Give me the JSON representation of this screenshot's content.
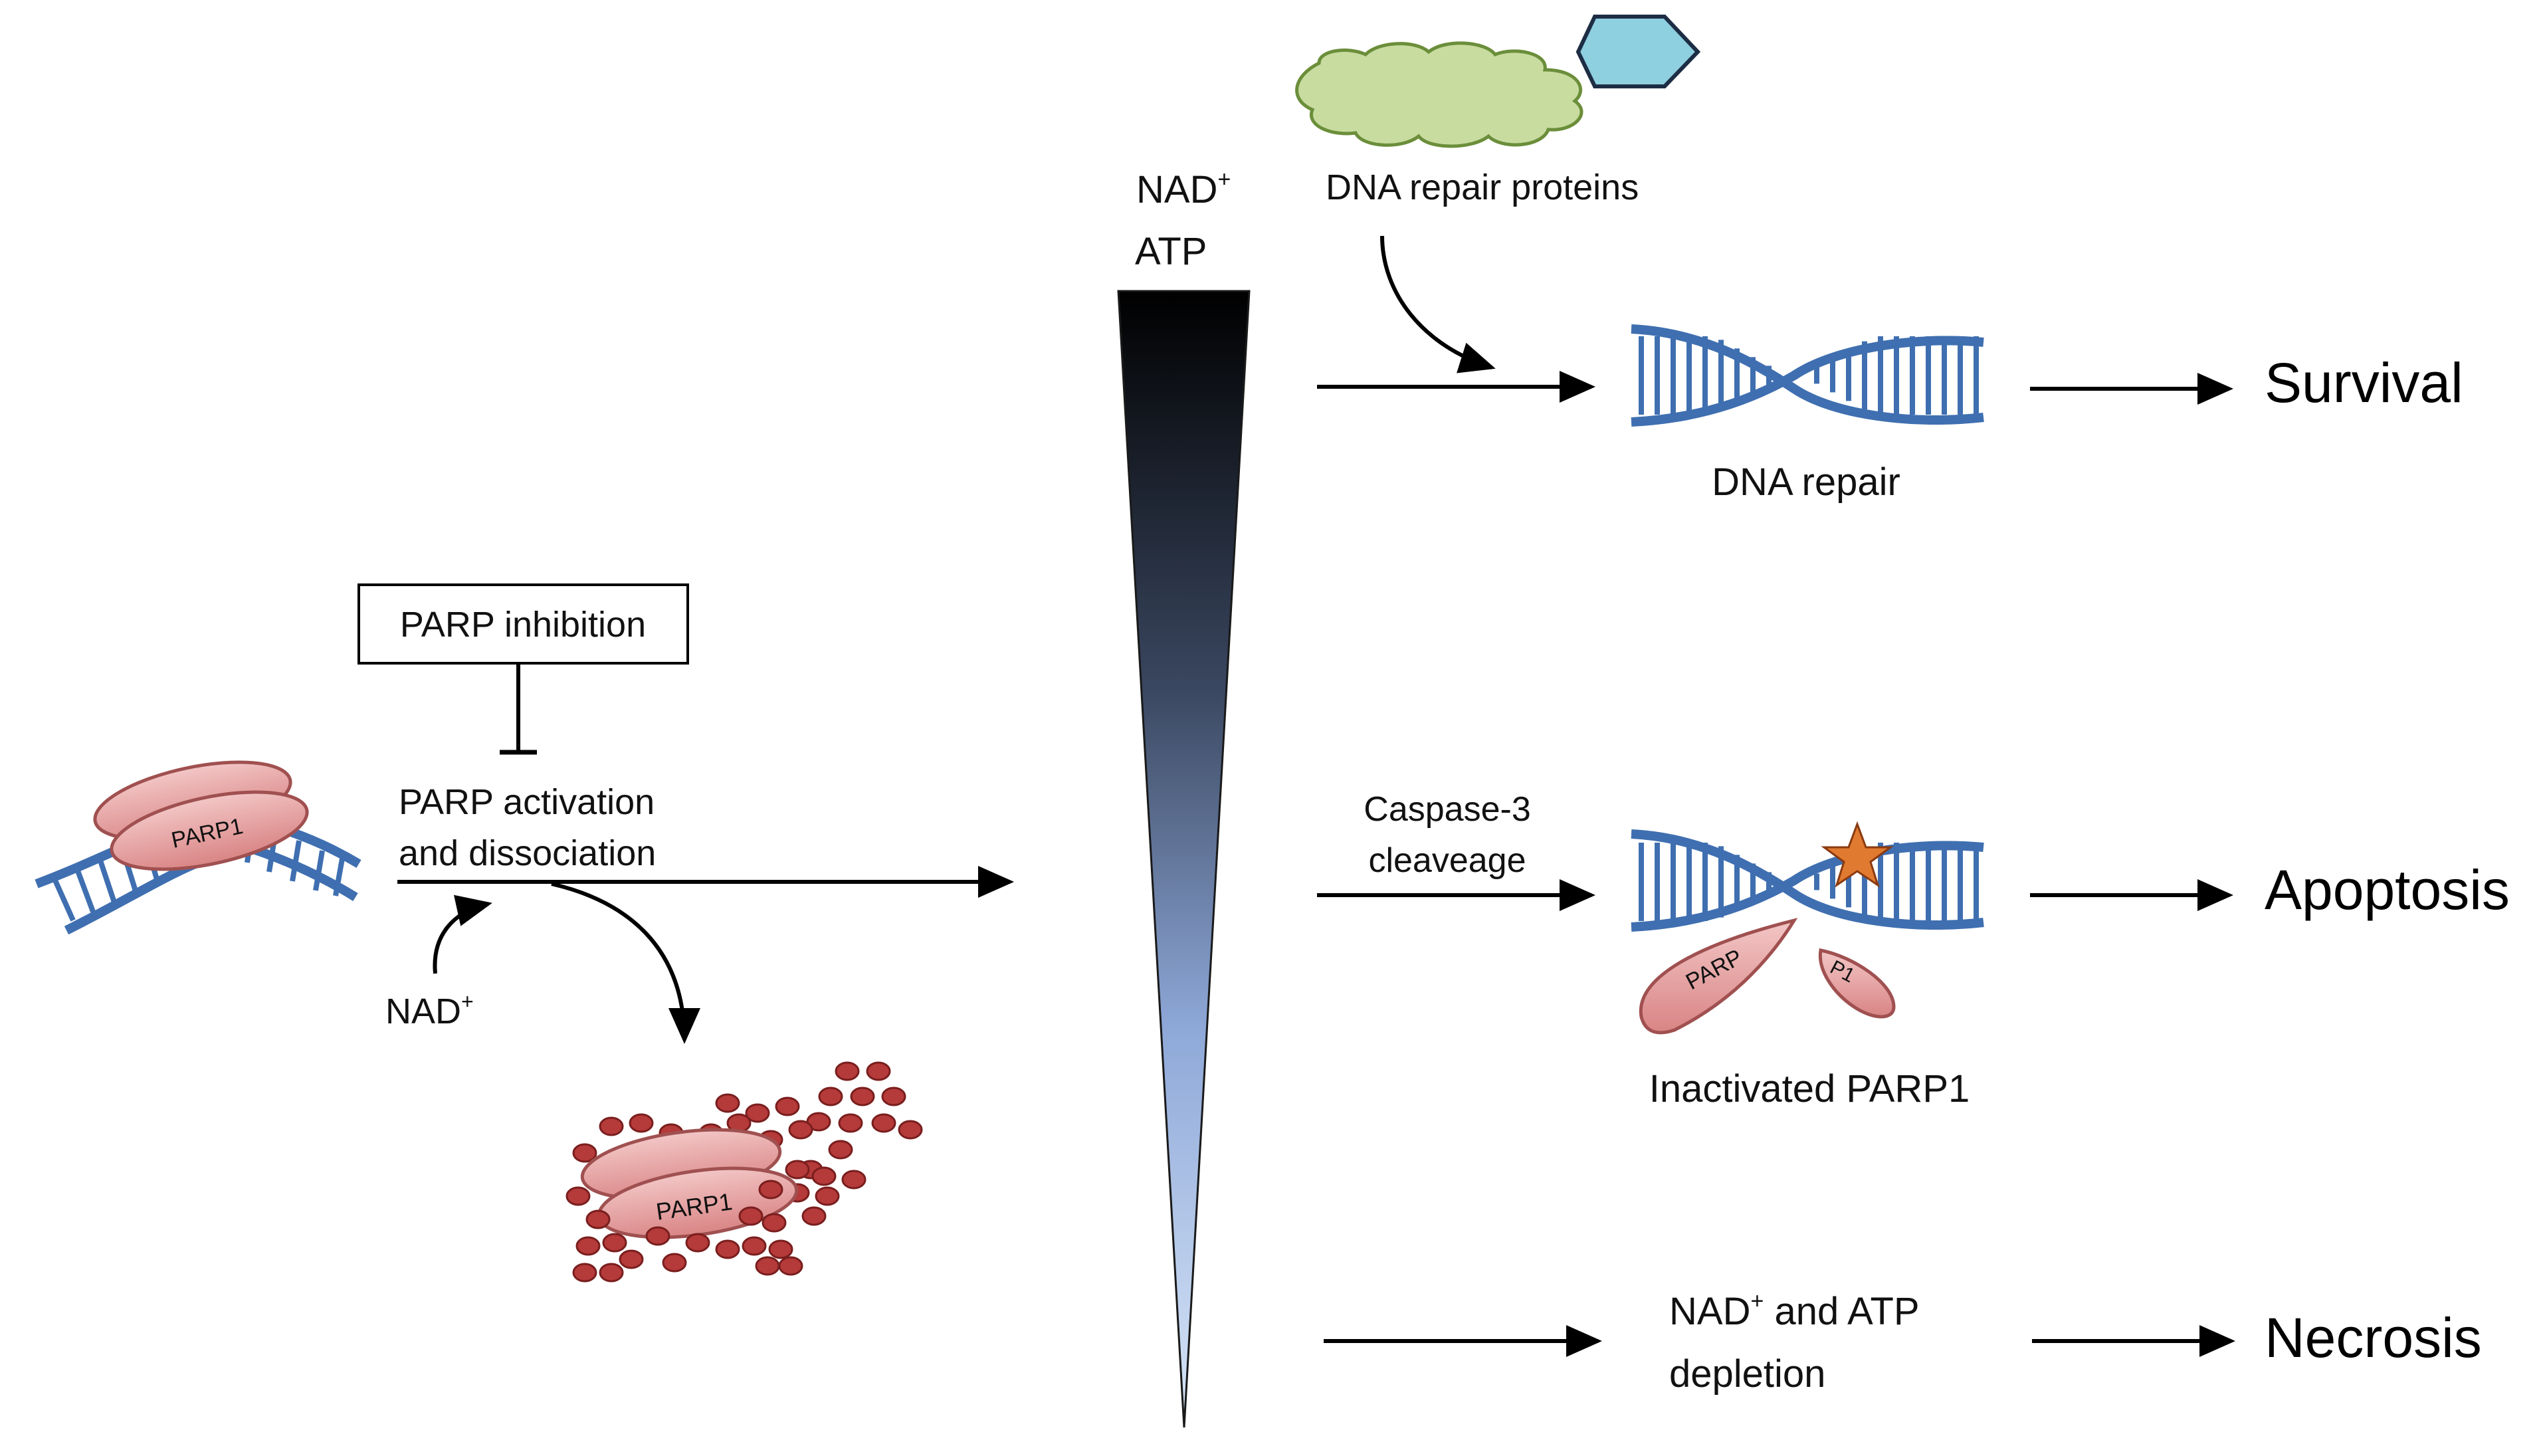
{
  "top": {
    "gradient_label_1": "NAD",
    "gradient_label_1_sup": "+",
    "gradient_label_2": "ATP",
    "repair_proteins_label": "DNA repair proteins"
  },
  "left": {
    "inhibition_label": "PARP inhibition",
    "activation_line_1": "PARP activation",
    "activation_line_2": "and dissociation",
    "nad_label": "NAD",
    "nad_sup": "+",
    "parp1_label_top": "PARP1",
    "parp1_label_bottom": "PARP1"
  },
  "outcomes": {
    "survival": {
      "middle_label": "DNA repair",
      "outcome": "Survival"
    },
    "apoptosis": {
      "arrow_line_1": "Caspase-3",
      "arrow_line_2": "cleaveage",
      "middle_label": "Inactivated PARP1",
      "outcome": "Apoptosis"
    },
    "necrosis": {
      "middle_line_1_a": "NAD",
      "middle_line_1_sup": "+",
      "middle_line_1_b": " and ATP",
      "middle_line_2": "depletion",
      "outcome": "Necrosis"
    }
  },
  "colors": {
    "dna_blue": "#3f6fb0",
    "parp_pink": "#e8a3a3",
    "par_chain_red": "#b53a3a",
    "cloud_green": "#c8dca0",
    "hexagon_cyan": "#8ecfe0"
  }
}
